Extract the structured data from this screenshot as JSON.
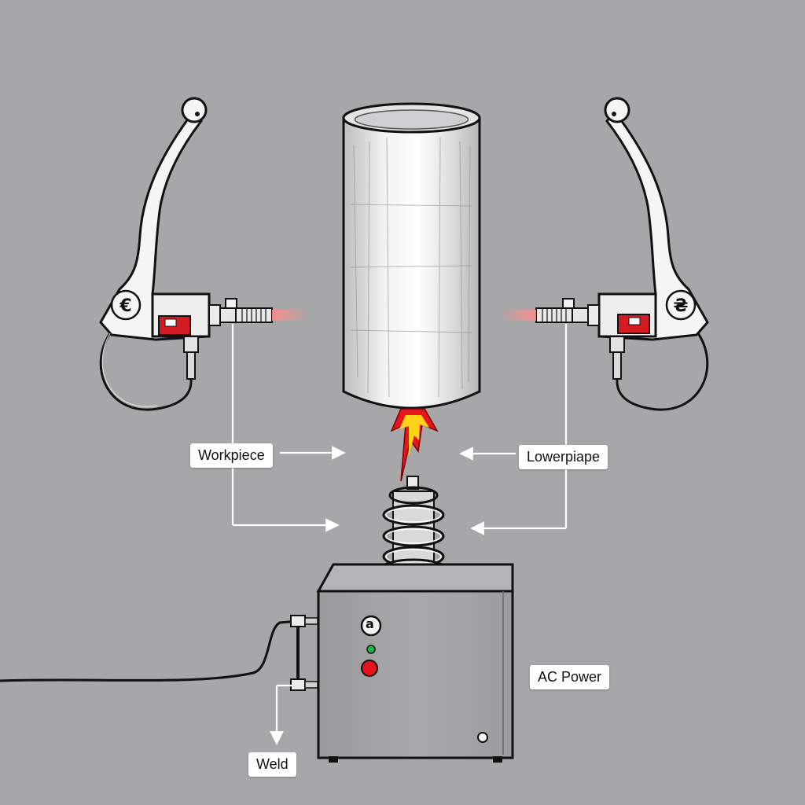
{
  "labels": {
    "workpiece": "Workpiece",
    "lowerpipe": "Lowerpiape",
    "ac_power": "AC Power",
    "weld": "Weld"
  },
  "torches": {
    "left_badge": "€",
    "right_badge": "₴"
  },
  "power_unit": {
    "gauge_glyph": "a"
  },
  "colors": {
    "background": "#a7a7a9",
    "flame_outer": "#e8161a",
    "flame_inner": "#ffd21a",
    "indicator_red": "#e3121b",
    "indicator_green": "#1fb84a",
    "torch_red": "#d31b24",
    "laser_glow": "#ff8a8a"
  }
}
